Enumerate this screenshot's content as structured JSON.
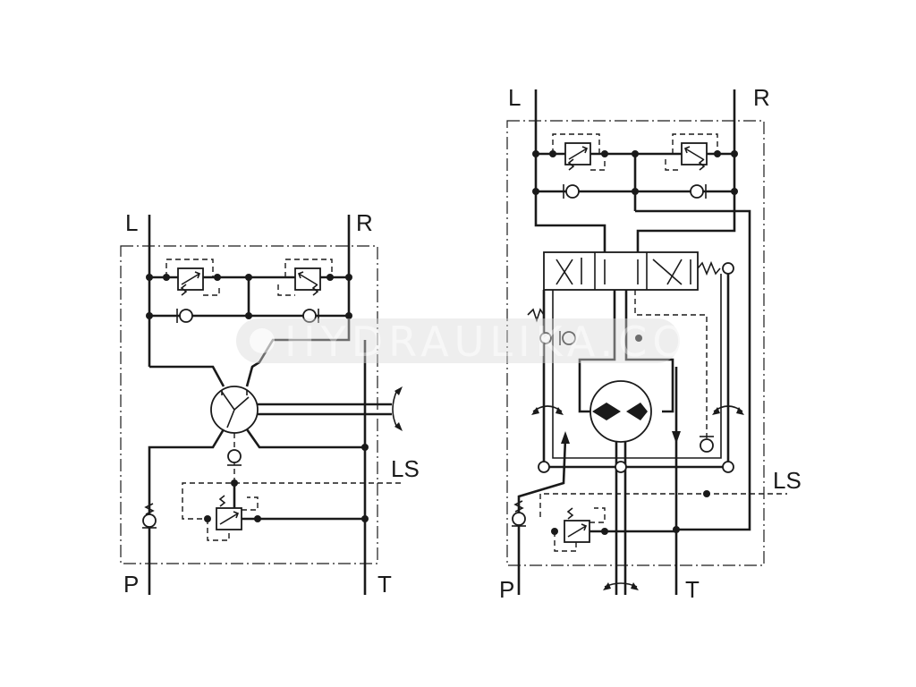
{
  "labels": {
    "left_circuit": {
      "l": "L",
      "r": "R",
      "ls": "LS",
      "p": "P",
      "t": "T"
    },
    "right_circuit": {
      "l": "L",
      "r": "R",
      "ls": "LS",
      "p": "P",
      "t": "T"
    }
  },
  "watermark": "HYDRAULIKA.CO",
  "colors": {
    "line": "#1a1a1a",
    "background": "#ffffff",
    "watermark_band": "#d9d9d9"
  }
}
